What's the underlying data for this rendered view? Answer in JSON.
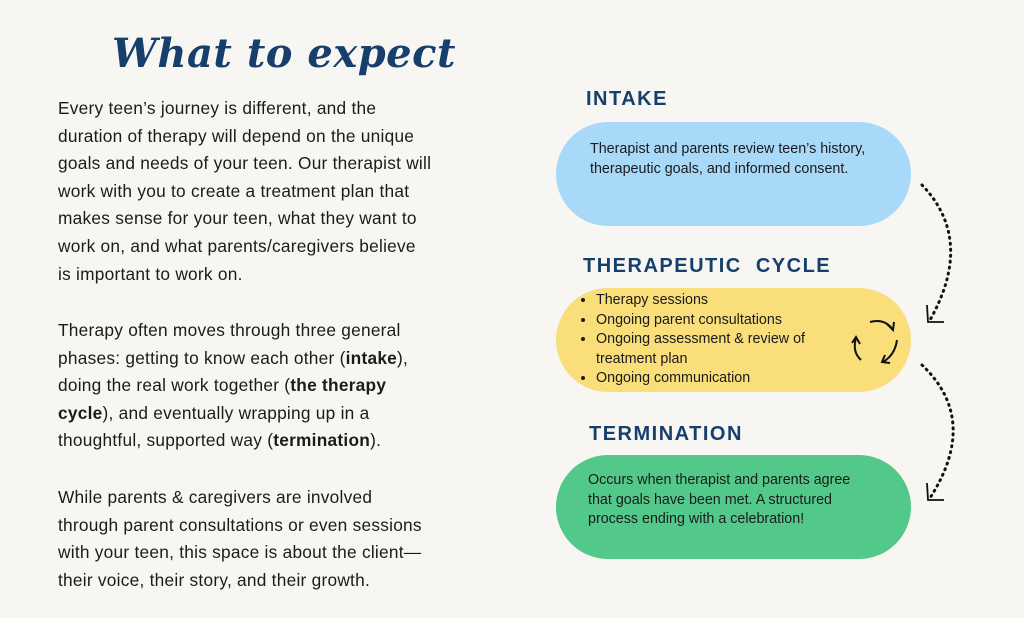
{
  "title": "What to expect",
  "paragraphs": [
    [
      [
        {
          "t": "Every teen’s journey is different, and the"
        }
      ],
      [
        {
          "t": "duration of therapy will depend on the unique"
        }
      ],
      [
        {
          "t": "goals and needs of your teen. Our therapist will"
        }
      ],
      [
        {
          "t": "work with you to create a treatment plan that"
        }
      ],
      [
        {
          "t": "makes sense for your teen, what they want to"
        }
      ],
      [
        {
          "t": "work on, and what parents/caregivers believe"
        }
      ],
      [
        {
          "t": "is important to work on."
        }
      ]
    ],
    [
      [
        {
          "t": "Therapy often moves through three general"
        }
      ],
      [
        {
          "t": "phases: getting to know each other ("
        },
        {
          "t": "intake",
          "b": true
        },
        {
          "t": "),"
        }
      ],
      [
        {
          "t": "doing the real work together ("
        },
        {
          "t": "the therapy",
          "b": true
        }
      ],
      [
        {
          "t": "cycle",
          "b": true
        },
        {
          "t": "), and eventually wrapping up in a"
        }
      ],
      [
        {
          "t": "thoughtful, supported way ("
        },
        {
          "t": "termination",
          "b": true
        },
        {
          "t": ")."
        }
      ]
    ],
    [
      [
        {
          "t": "While parents & caregivers are involved"
        }
      ],
      [
        {
          "t": "through parent consultations or even sessions"
        }
      ],
      [
        {
          "t": "with your teen, this space is about the client—"
        }
      ],
      [
        {
          "t": "their voice, their story, and their growth."
        }
      ]
    ]
  ],
  "phases": {
    "intake": {
      "heading": "INTAKE",
      "text": "Therapist and parents review teen’s history, therapeutic goals, and informed consent."
    },
    "cycle": {
      "heading": "THERAPEUTIC  CYCLE",
      "items": [
        "Therapy sessions",
        "Ongoing parent consultations",
        "Ongoing assessment & review of treatment plan",
        "Ongoing communication"
      ]
    },
    "termination": {
      "heading": "TERMINATION",
      "text": "Occurs when therapist and parents agree that goals have been met. A structured process ending with a celebration!"
    }
  },
  "colors": {
    "navy": "#173f6b",
    "intake": "#a8d9f8",
    "cycle": "#f9de7a",
    "termination": "#52c98a"
  }
}
